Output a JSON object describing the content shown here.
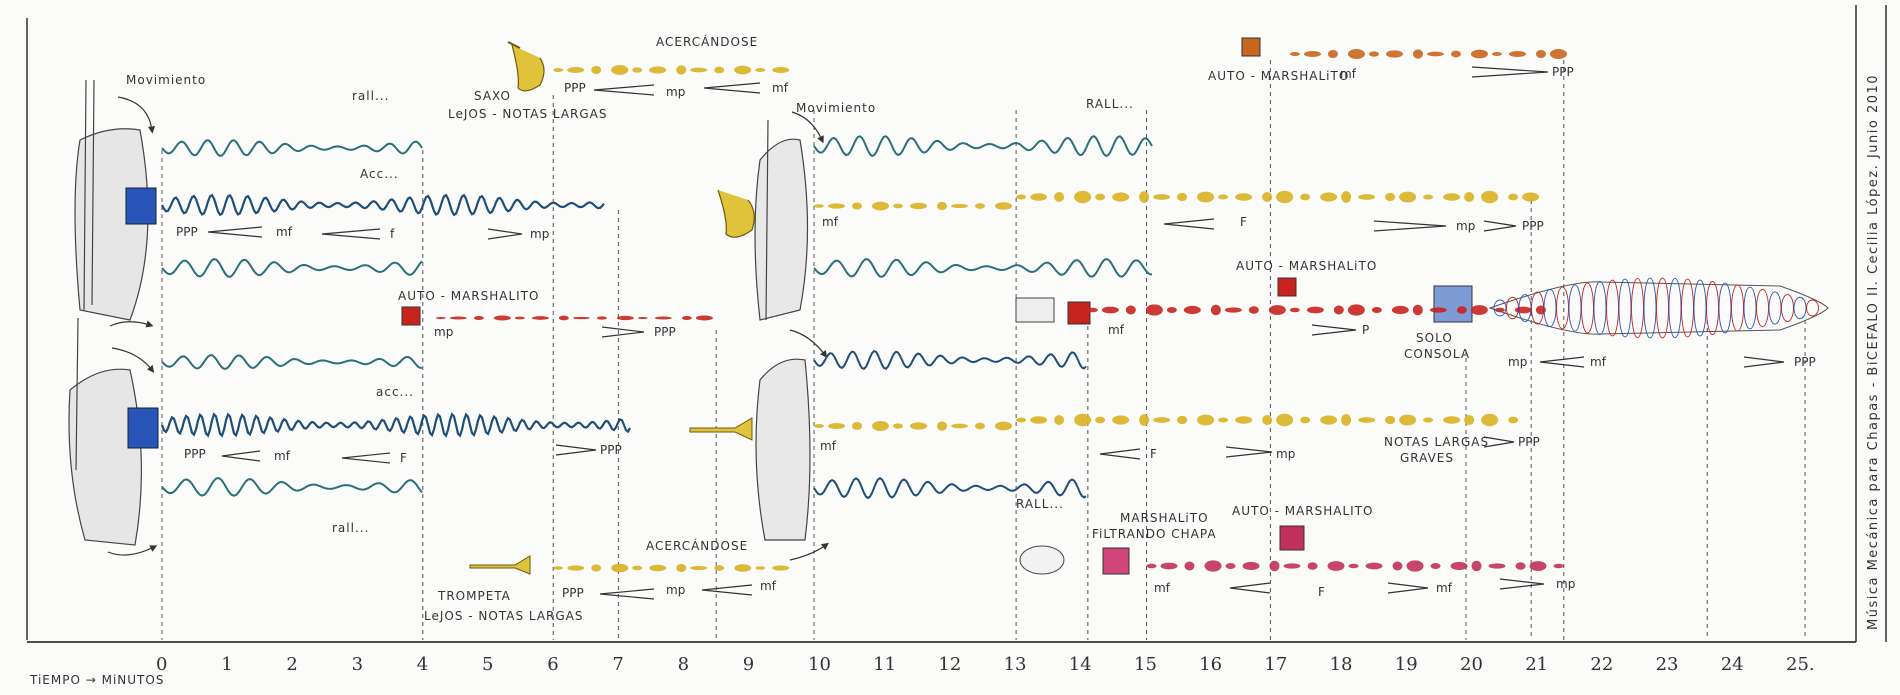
{
  "title_vertical": "Música Mecánica para Chapas - BiCEFALO II. Cecilia López. Junio 2010",
  "axis": {
    "label": "TiEMPO → MiNUTOS",
    "ticks": [
      "0",
      "1",
      "2",
      "3",
      "4",
      "5",
      "6",
      "7",
      "8",
      "9",
      "10",
      "11",
      "12",
      "13",
      "14",
      "15",
      "16",
      "17",
      "18",
      "19",
      "20",
      "21",
      "22",
      "23",
      "24",
      "25."
    ]
  },
  "annotations": {
    "movimiento_1": "Movimiento",
    "movimiento_2": "Movimiento",
    "rall_1": "rall...",
    "rall_2": "RALL...",
    "rall_3": "RALL...",
    "rall_4": "rall...",
    "acc_1": "Acc...",
    "acc_2": "acc...",
    "saxo_1": "SAXO",
    "saxo_2": "LeJOS - NOTAS LARGAS",
    "acercandose_1": "ACERCÁNDOSE",
    "acercandose_2": "ACERCÁNDOSE",
    "auto_marshalito_1": "AUTO - MARSHALITO",
    "auto_marshalito_2": "AUTO - MARSHALiTO",
    "auto_marshalito_3": "AUTO - MARSHALiTO",
    "auto_marshalito_4": "AUTO - MARSHALITO",
    "marshalito_1": "MARSHALiTO",
    "marshalito_2": "FiLTRANDO CHAPA",
    "solo_1": "SOLO",
    "solo_2": "CONSOLA",
    "trompeta_1": "TROMPETA",
    "trompeta_2": "LeJOS - NOTAS LARGAS",
    "notas_largas_1": "NOTAS LARGAS",
    "notas_largas_2": "GRAVES"
  },
  "dynamics": {
    "r1_ppp": "PPP",
    "r1_mf": "mf",
    "r1_f": "f",
    "r1_mp": "mp",
    "sax_ppp": "PPP",
    "sax_mp": "mp",
    "sax_mf": "mf",
    "am1_mp": "mp",
    "am1_ppp": "PPP",
    "r4_ppp": "PPP",
    "r4_mf": "mf",
    "r4_f": "F",
    "r4_end": "PPP",
    "tr_ppp": "PPP",
    "tr_mp": "mp",
    "tr_mf": "mf",
    "yel1_mf": "mf",
    "yel1_f": "F",
    "yel1_mp": "mp",
    "yel1_ppp": "PPP",
    "am_top_mf": "mf",
    "am_top_ppp": "PPP",
    "red_mf": "mf",
    "red_p": "P",
    "solo_mp": "mp",
    "solo_mf": "mf",
    "solo_ppp": "PPP",
    "yel2_mf": "mf",
    "yel2_f": "F",
    "yel2_mp": "mp",
    "yel2_ppp": "PPP",
    "pink_mf": "mf",
    "pink_f": "F",
    "pink_mf2": "mf",
    "pink_mp": "mp"
  },
  "colors": {
    "ink": "#2b2b2b",
    "blue_wave": "#1f4e79",
    "teal_wave": "#2a6f7a",
    "yellow": "#d8b322",
    "red": "#c8231e",
    "pink": "#c0305e",
    "orange": "#c9661e",
    "cube_blue": "#2a55b8"
  }
}
